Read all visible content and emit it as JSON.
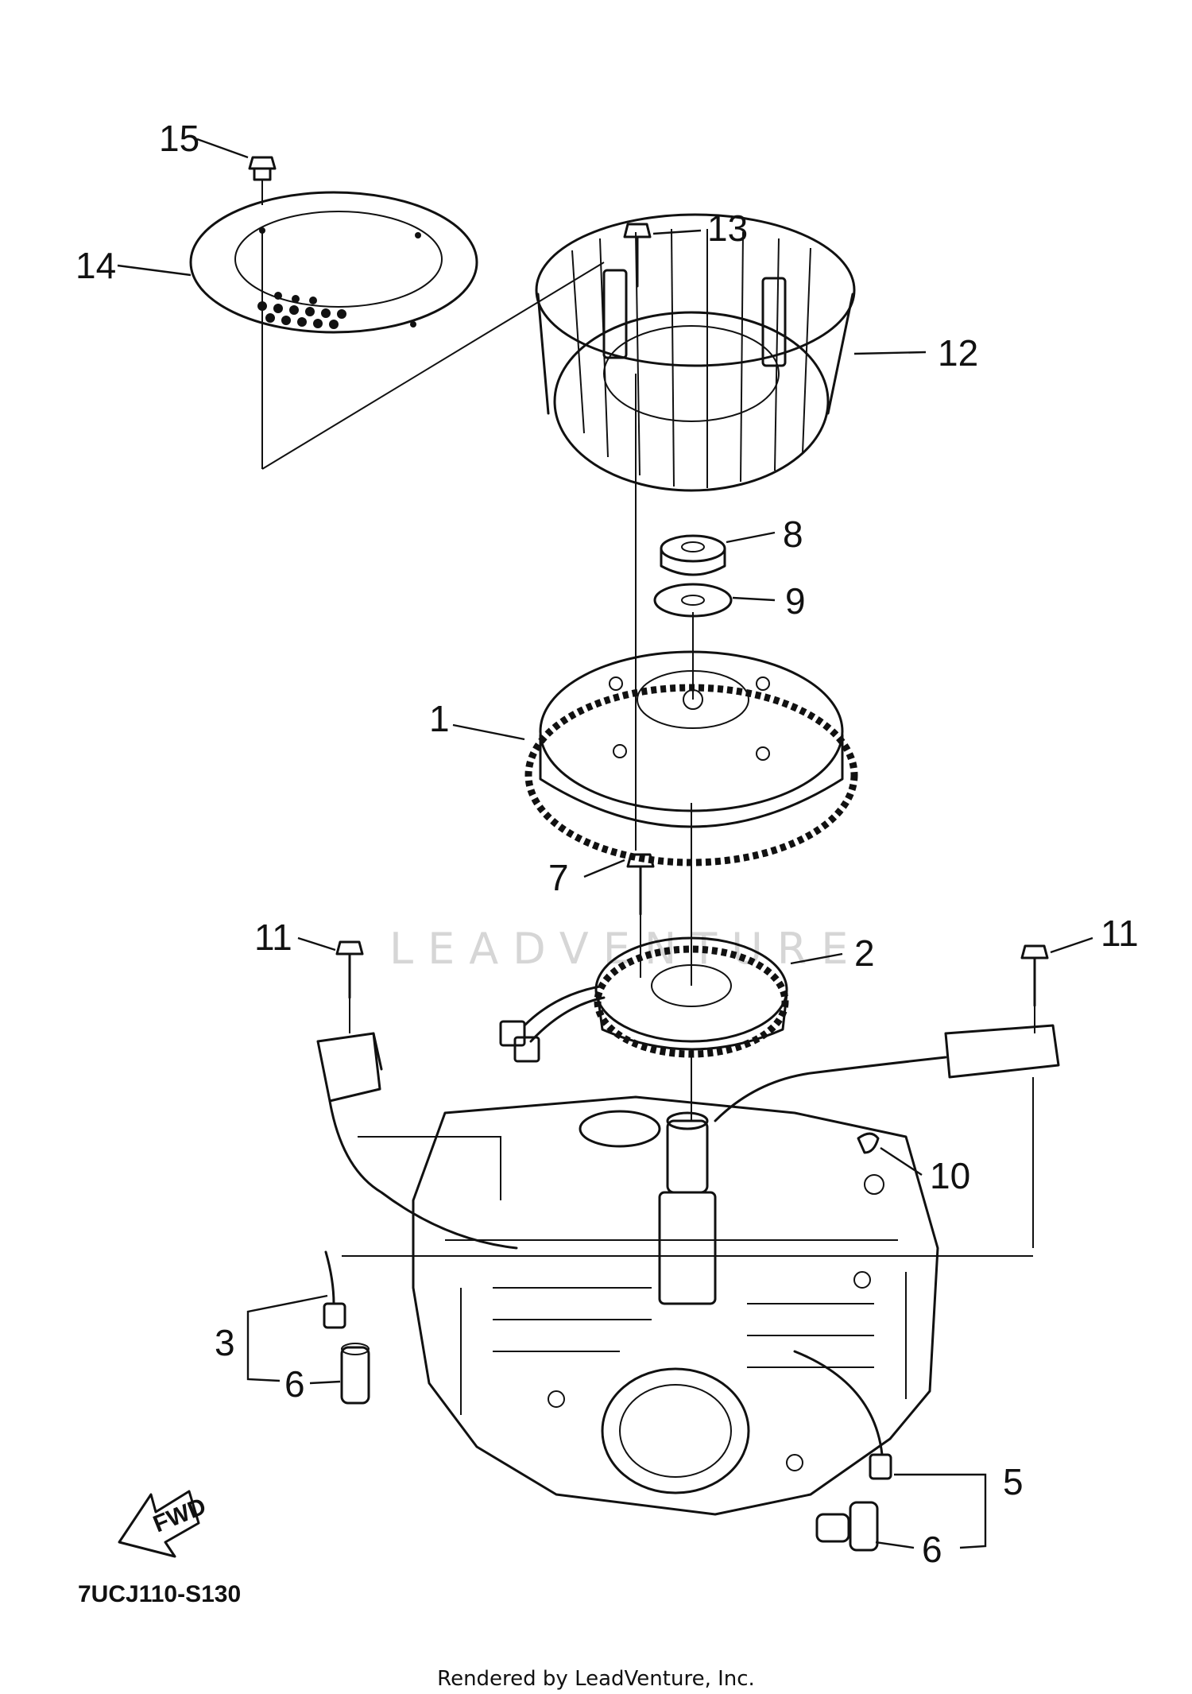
{
  "callouts": [
    {
      "id": "1",
      "label": "1"
    },
    {
      "id": "2",
      "label": "2"
    },
    {
      "id": "3",
      "label": "3"
    },
    {
      "id": "5",
      "label": "5"
    },
    {
      "id": "6a",
      "label": "6"
    },
    {
      "id": "6b",
      "label": "6"
    },
    {
      "id": "7",
      "label": "7"
    },
    {
      "id": "8",
      "label": "8"
    },
    {
      "id": "9",
      "label": "9"
    },
    {
      "id": "10",
      "label": "10"
    },
    {
      "id": "11a",
      "label": "11"
    },
    {
      "id": "11b",
      "label": "11"
    },
    {
      "id": "12",
      "label": "12"
    },
    {
      "id": "13",
      "label": "13"
    },
    {
      "id": "14",
      "label": "14"
    },
    {
      "id": "15",
      "label": "15"
    }
  ],
  "fwd_label": "FWD",
  "diagram_code": "7UCJ110-S130",
  "watermark": "LEADVENTURE",
  "footer": "Rendered by LeadVenture, Inc."
}
